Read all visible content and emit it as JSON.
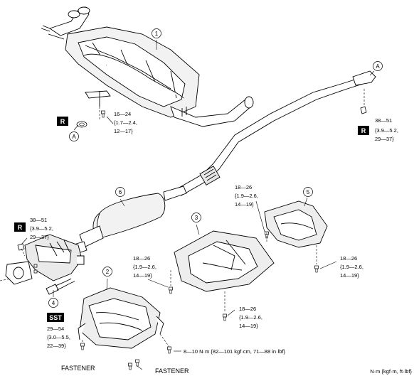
{
  "callouts": {
    "c1": "1",
    "c2": "2",
    "c3": "3",
    "c4": "4",
    "c5": "5",
    "c6": "6",
    "refA1": "A",
    "refA2": "A"
  },
  "badges": {
    "r": "R",
    "sst": "SST"
  },
  "torques": {
    "t1": [
      "16—24",
      "{1.7—2.4,",
      "12—17}"
    ],
    "t2": [
      "38—51",
      "{3.9—5.2,",
      "29—37}"
    ],
    "t3": [
      "38—51",
      "{3.9—5.2,",
      "29—37}"
    ],
    "t4": [
      "18—26",
      "{1.9—2.6,",
      "14—19}"
    ],
    "t5": [
      "18—26",
      "{1.9—2.6,",
      "14—19}"
    ],
    "t6": [
      "18—26",
      "{1.9—2.6,",
      "14—19}"
    ],
    "t7": [
      "18—26",
      "{1.9—2.6,",
      "14—19}"
    ],
    "sst": [
      "29—54",
      "{3.0—5.5,",
      "22—39}"
    ],
    "t8": "8—10 N·m {82—101 kgf·cm, 71—88 in·lbf}"
  },
  "labels": {
    "fastener1": "FASTENER",
    "fastener2": "FASTENER",
    "units": "N·m {kgf·m, ft·lbf}"
  },
  "colors": {
    "line": "#000000",
    "badge_bg": "#000000",
    "fill_light": "#ffffff",
    "fill_gray": "#d9d9d9"
  }
}
